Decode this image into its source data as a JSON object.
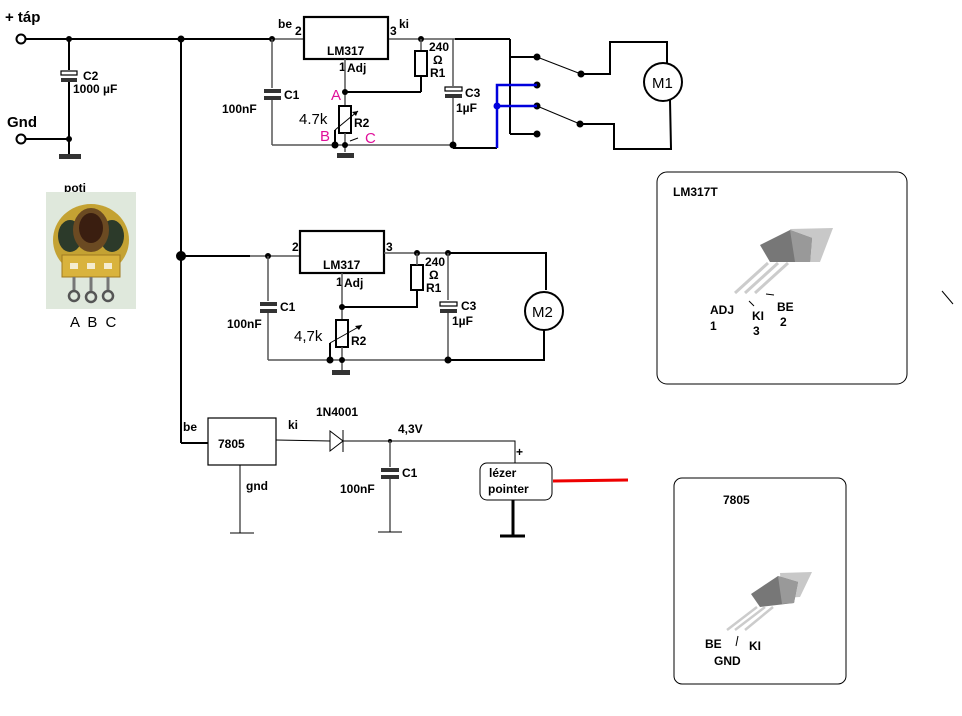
{
  "title": "LM317 motor speed control and 7805 laser pointer supply schematic",
  "colors": {
    "wire": "#000000",
    "reverse_switch_wire": "#0000dd",
    "laser_beam": "#ee0000",
    "pot_pin_labels": "#e0109a"
  },
  "terminals": {
    "plus": "+ táp",
    "gnd": "Gnd"
  },
  "c2": {
    "name": "C2",
    "value": "1000 µF"
  },
  "poti": {
    "label": "poti",
    "pins": "A B C"
  },
  "reg1": {
    "chip": "LM317",
    "pin_in": "2",
    "pin_out": "3",
    "pin_adj": "1",
    "adj": "Adj",
    "in_label": "be",
    "out_label": "ki",
    "c1_name": "C1",
    "c1_value": "100nF",
    "r1_name": "R1",
    "r1_value": "240",
    "r1_unit": "Ω",
    "r2_name": "R2",
    "r2_value": "4.7k",
    "c3_name": "C3",
    "c3_value": "1µF",
    "pin_a": "A",
    "pin_b": "B",
    "pin_c": "C",
    "motor": "M1"
  },
  "reg2": {
    "chip": "LM317",
    "pin_in": "2",
    "pin_out": "3",
    "pin_adj": "1",
    "adj": "Adj",
    "c1_name": "C1",
    "c1_value": "100nF",
    "r1_name": "R1",
    "r1_value": "240",
    "r1_unit": "Ω",
    "r2_name": "R2",
    "r2_value": "4,7k",
    "c3_name": "C3",
    "c3_value": "1µF",
    "motor": "M2"
  },
  "reg3": {
    "chip": "7805",
    "in_label": "be",
    "out_label": "ki",
    "gnd_label": "gnd",
    "diode": "1N4001",
    "voltage": "4,3V",
    "c1_name": "C1",
    "c1_value": "100nF",
    "laser_line1": "lézer",
    "laser_line2": "pointer",
    "laser_plus": "+"
  },
  "pinout_lm317": {
    "title": "LM317T",
    "adj": "ADJ",
    "adj_num": "1",
    "ki": "KI",
    "ki_num": "3",
    "be": "BE",
    "be_num": "2"
  },
  "pinout_7805": {
    "title": "7805",
    "be": "BE",
    "gnd": "GND",
    "ki": "KI"
  }
}
